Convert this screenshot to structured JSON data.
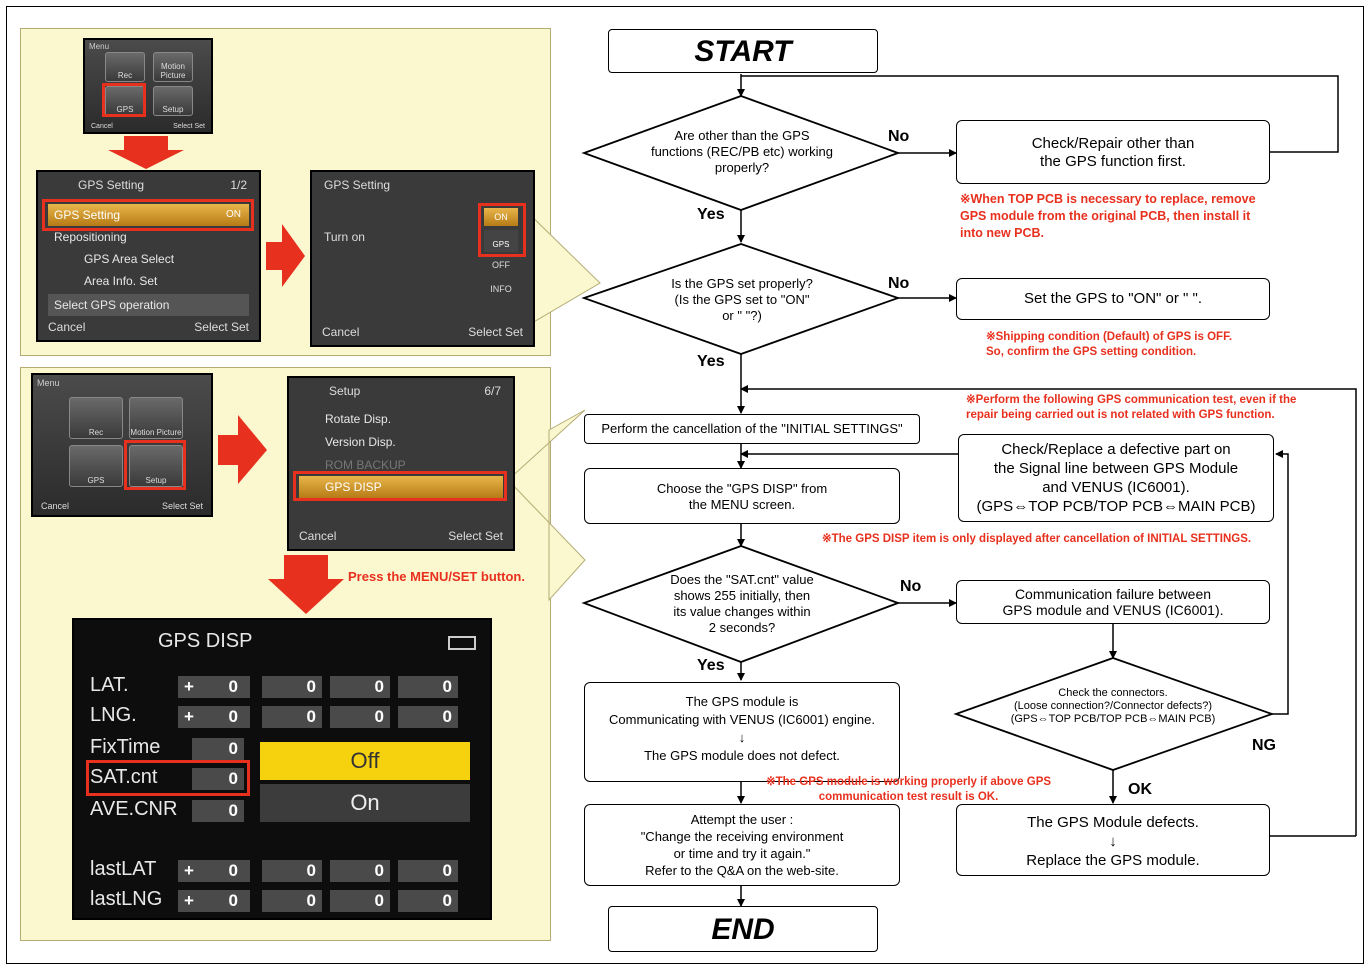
{
  "left": {
    "menu1": {
      "header": "Menu",
      "icons": [
        "Rec",
        "Motion Picture",
        "GPS",
        "Setup"
      ],
      "cancel": "Cancel",
      "select_set": "Select Set"
    },
    "gps_setting_menu": {
      "title": "GPS Setting",
      "page": "1/2",
      "items": [
        "GPS Setting",
        "Repositioning",
        "GPS Area Select",
        "Area Info. Set"
      ],
      "item_value": "ON",
      "hint": "Select GPS operation",
      "cancel": "Cancel",
      "select_set": "Select Set"
    },
    "gps_setting_detail": {
      "title": "GPS Setting",
      "label": "Turn on",
      "options": [
        "ON",
        "GPS",
        "OFF",
        "INFO"
      ],
      "cancel": "Cancel",
      "select_set": "Select Set"
    },
    "menu2": {
      "header": "Menu",
      "icons": [
        "Rec",
        "Motion Picture",
        "GPS",
        "Setup"
      ],
      "cancel": "Cancel",
      "select_set": "Select Set"
    },
    "setup_menu": {
      "title": "Setup",
      "page": "6/7",
      "items": [
        "Rotate Disp.",
        "Version Disp.",
        "ROM BACKUP",
        "GPS DISP"
      ],
      "cancel": "Cancel",
      "select_set": "Select Set"
    },
    "press_note": "Press the MENU/SET button.",
    "gps_disp": {
      "title": "GPS DISP",
      "rows": [
        {
          "label": "LAT.",
          "sign": "+",
          "vals": [
            "0",
            "0",
            "0",
            "0"
          ]
        },
        {
          "label": "LNG.",
          "sign": "+",
          "vals": [
            "0",
            "0",
            "0",
            "0"
          ]
        },
        {
          "label": "FixTime",
          "vals": [
            "0"
          ]
        },
        {
          "label": "SAT.cnt",
          "vals": [
            "0"
          ]
        },
        {
          "label": "AVE.CNR",
          "vals": [
            "0"
          ]
        },
        {
          "label": "lastLAT",
          "sign": "+",
          "vals": [
            "0",
            "0",
            "0",
            "0"
          ]
        },
        {
          "label": "lastLNG",
          "sign": "+",
          "vals": [
            "0",
            "0",
            "0",
            "0"
          ]
        }
      ],
      "off": "Off",
      "on": "On"
    }
  },
  "flow": {
    "start": "START",
    "end": "END",
    "d1": [
      "Are other than the GPS",
      "functions (REC/PB etc) working",
      "properly?"
    ],
    "d2": [
      "Is the GPS set properly?",
      "(Is the GPS set to \"ON\"",
      "or \"    \"?)"
    ],
    "d3": [
      "Does the \"SAT.cnt\" value",
      "shows 255 initially, then",
      "its value changes within",
      "2 seconds?"
    ],
    "d4": [
      "Check the connectors.",
      "(Loose connection?/Connector defects?)",
      "(GPS⇔TOP PCB/TOP PCB⇔MAIN PCB)"
    ],
    "b_check_other": [
      "Check/Repair other than",
      "the GPS function first."
    ],
    "b_set_gps": "Set the GPS to \"ON\" or \"    \".",
    "b_cancel_init": "Perform the cancellation of the \"INITIAL SETTINGS\"",
    "b_choose": [
      "Choose the \"GPS DISP\" from",
      "the MENU screen."
    ],
    "b_check_replace": [
      "Check/Replace a defective part on",
      "the Signal line between GPS Module",
      "and VENUS (IC6001).",
      "(GPS⇔TOP PCB/TOP PCB⇔MAIN PCB)"
    ],
    "b_comm_fail": [
      "Communication failure between",
      "GPS module and VENUS (IC6001)."
    ],
    "b_ok_module": [
      "The GPS module is",
      "Communicating with VENUS (IC6001) engine.",
      "↓",
      "The GPS module does not defect."
    ],
    "b_attempt": [
      "Attempt the user :",
      "\"Change the receiving environment",
      "or time and try it again.\"",
      "Refer to the Q&A on the web-site."
    ],
    "b_defect": [
      "The GPS Module defects.",
      "↓",
      "Replace the GPS module."
    ],
    "yes": "Yes",
    "no": "No",
    "ng": "NG",
    "ok": "OK",
    "note1": [
      "※When TOP PCB is necessary to replace, remove",
      "GPS module from the original PCB, then install it",
      "into new PCB."
    ],
    "note2": [
      "※Shipping condition (Default) of GPS is OFF.",
      "So, confirm the GPS setting condition."
    ],
    "note3": [
      "※Perform the following GPS communication test, even if the",
      "repair being carried out is not related with GPS function."
    ],
    "note4": "※The GPS DISP item is only displayed after cancellation of INITIAL SETTINGS.",
    "note5": [
      "※The GPS module is working properly if above GPS",
      "communication test result is OK."
    ]
  },
  "colors": {
    "accent_red": "#e8301e",
    "panel_bg": "#fbf7cf",
    "highlight": "#e9b64a"
  }
}
